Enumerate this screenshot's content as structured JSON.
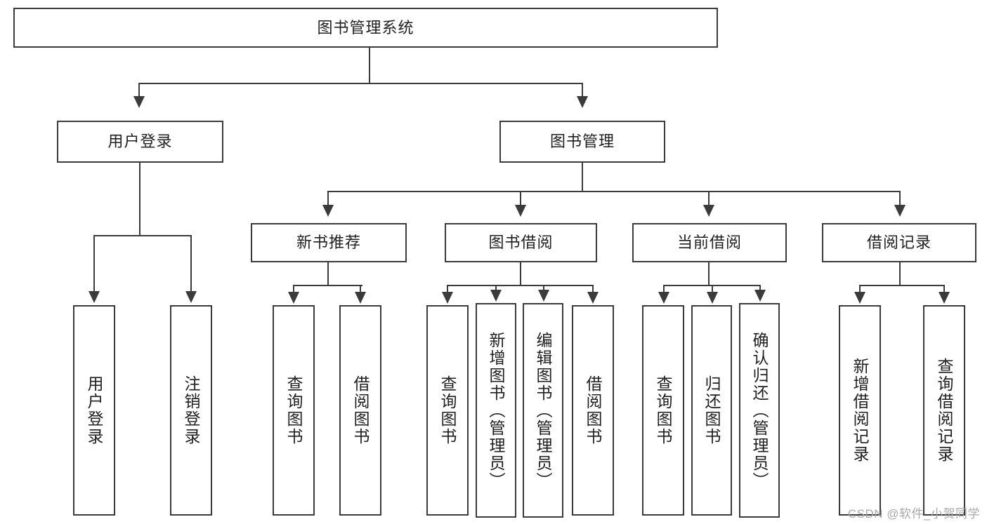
{
  "diagram": {
    "title": "图书管理系统",
    "root": {
      "label": "图书管理系统"
    },
    "level1": [
      {
        "label": "用户登录"
      },
      {
        "label": "图书管理"
      }
    ],
    "level2": [
      {
        "label": "新书推荐"
      },
      {
        "label": "图书借阅"
      },
      {
        "label": "当前借阅"
      },
      {
        "label": "借阅记录"
      }
    ],
    "leaves": [
      {
        "label": "用户登录",
        "parent": "用户登录"
      },
      {
        "label": "注销登录",
        "parent": "用户登录"
      },
      {
        "label": "查询图书",
        "parent": "新书推荐"
      },
      {
        "label": "借阅图书",
        "parent": "新书推荐"
      },
      {
        "label": "查询图书",
        "parent": "图书借阅"
      },
      {
        "label": "新增图书（管理员）",
        "parent": "图书借阅"
      },
      {
        "label": "编辑图书（管理员）",
        "parent": "图书借阅"
      },
      {
        "label": "借阅图书",
        "parent": "图书借阅"
      },
      {
        "label": "查询图书",
        "parent": "当前借阅"
      },
      {
        "label": "归还图书",
        "parent": "当前借阅"
      },
      {
        "label": "确认归还（管理员）",
        "parent": "当前借阅"
      },
      {
        "label": "新增借阅记录",
        "parent": "借阅记录"
      },
      {
        "label": "查询借阅记录",
        "parent": "借阅记录"
      }
    ]
  },
  "watermark": {
    "text": "CSDN @软件_小贺同学"
  },
  "colors": {
    "stroke": "#3b3b3b",
    "background": "#ffffff",
    "text": "#1f1f1f",
    "watermark": "#a8a8a8"
  }
}
